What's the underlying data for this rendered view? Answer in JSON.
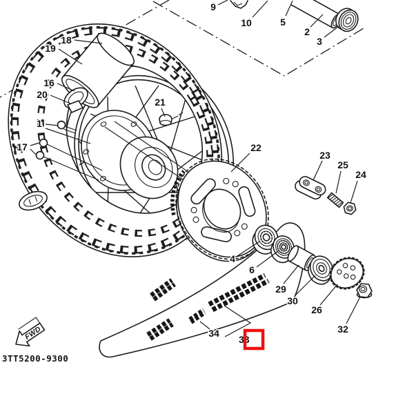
{
  "page": {
    "background": "#ffffff",
    "line_color": "#1a1a1a"
  },
  "diagram": {
    "drawing_code": "3TT5200-9300",
    "direction_label": "FWD",
    "part_labels": {
      "p1": "1",
      "p2": "2",
      "p3": "3",
      "p4": "4",
      "p5": "5",
      "p6": "6",
      "p9": "9",
      "p10": "10",
      "p16": "16",
      "p17": "17",
      "p18": "18",
      "p19": "19",
      "p20": "20",
      "p21": "21",
      "p22": "22",
      "p23": "23",
      "p24": "24",
      "p25": "25",
      "p26": "26",
      "p29": "29",
      "p30": "30",
      "p32": "32",
      "p33": "33",
      "p34": "34"
    },
    "highlight": {
      "label": "33",
      "color": "#ee1111"
    }
  }
}
